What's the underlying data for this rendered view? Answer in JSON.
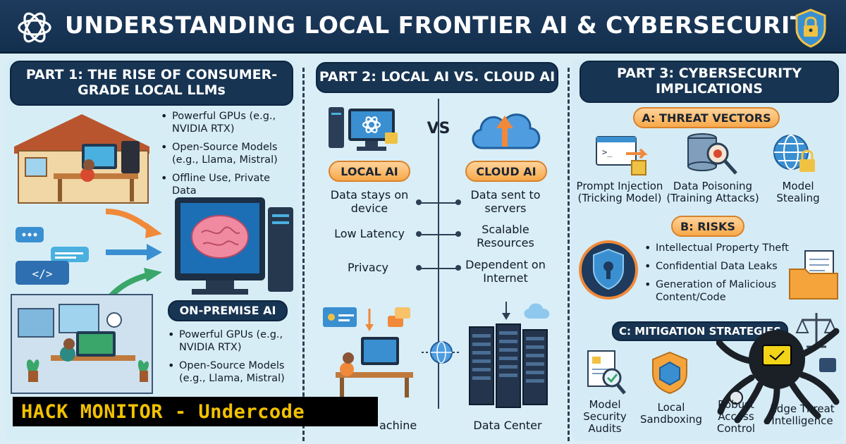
{
  "header": {
    "title": "UNDERSTANDING LOCAL FRONTIER AI & CYBERSECURITY"
  },
  "part1": {
    "title_line1": "PART 1: THE RISE OF CONSUMER-",
    "title_line2": "GRADE LOCAL LLMs",
    "bullets_top": [
      "Powerful GPUs (e.g., NVIDIA RTX)",
      "Open-Source Models (e.g., Llama, Mistral)",
      "Offline Use, Private Data"
    ],
    "onprem_label": "ON-PREMISE AI",
    "bullets_bottom": [
      "Powerful GPUs (e.g., NVIDIA RTX)",
      "Open-Source Models (e.g., Llama, Mistral)"
    ]
  },
  "part2": {
    "title": "PART 2: LOCAL AI VS. CLOUD AI",
    "vs": "VS",
    "local_label": "LOCAL AI",
    "cloud_label": "CLOUD AI",
    "comparisons": [
      {
        "local": "Data stays on device",
        "cloud": "Data sent to servers"
      },
      {
        "local": "Low Latency",
        "cloud": "Scalable Resources"
      },
      {
        "local": "Privacy",
        "cloud": "Dependent on Internet"
      }
    ],
    "bottom_left_label": "achine",
    "bottom_right_label": "Data Center"
  },
  "part3": {
    "title_line1": "PART 3: CYBERSECURITY",
    "title_line2": "IMPLICATIONS",
    "threat_title": "A: THREAT VECTORS",
    "threats": [
      {
        "name": "Prompt Injection",
        "sub": "(Tricking Model)"
      },
      {
        "name": "Data Poisoning",
        "sub": "(Training Attacks)"
      },
      {
        "name": "Model",
        "sub": "Stealing"
      }
    ],
    "risks_title": "B: RISKS",
    "risks": [
      "Intellectual Property Theft",
      "Confidential Data Leaks",
      "Generation of Malicious Content/Code"
    ],
    "mitigation_title": "C: MITIGATION STRATEGIES",
    "mitigations": [
      {
        "line1": "Model",
        "line2": "Security",
        "line3": "Audits"
      },
      {
        "line1": "Local",
        "line2": "Sandboxing",
        "line3": ""
      },
      {
        "line1": "Robust",
        "line2": "Access",
        "line3": "Control"
      },
      {
        "line1": "Edge Threat",
        "line2": "Intelligence",
        "line3": ""
      }
    ]
  },
  "banner": {
    "text": "HACK MONITOR - Undercode"
  },
  "colors": {
    "header_bg": "#173452",
    "panel_bg": "#d7edf6",
    "orange": "#f7a94a",
    "banner_text": "#f2c200"
  },
  "icons": [
    "openai-logo-icon",
    "padlock-shield-icon",
    "house-desk-icon",
    "brain-computer-icon",
    "chat-bubble-icon",
    "code-window-icon",
    "office-desk-icon",
    "local-computer-icon",
    "cloud-upload-icon",
    "server-rack-icon",
    "globe-icon",
    "prompt-injection-icon",
    "data-poisoning-icon",
    "model-stealing-icon",
    "shield-keyhole-icon",
    "documents-folder-icon",
    "magnifier-check-icon",
    "sandbox-shield-icon",
    "octopus-hacker-icon",
    "scales-icon"
  ]
}
